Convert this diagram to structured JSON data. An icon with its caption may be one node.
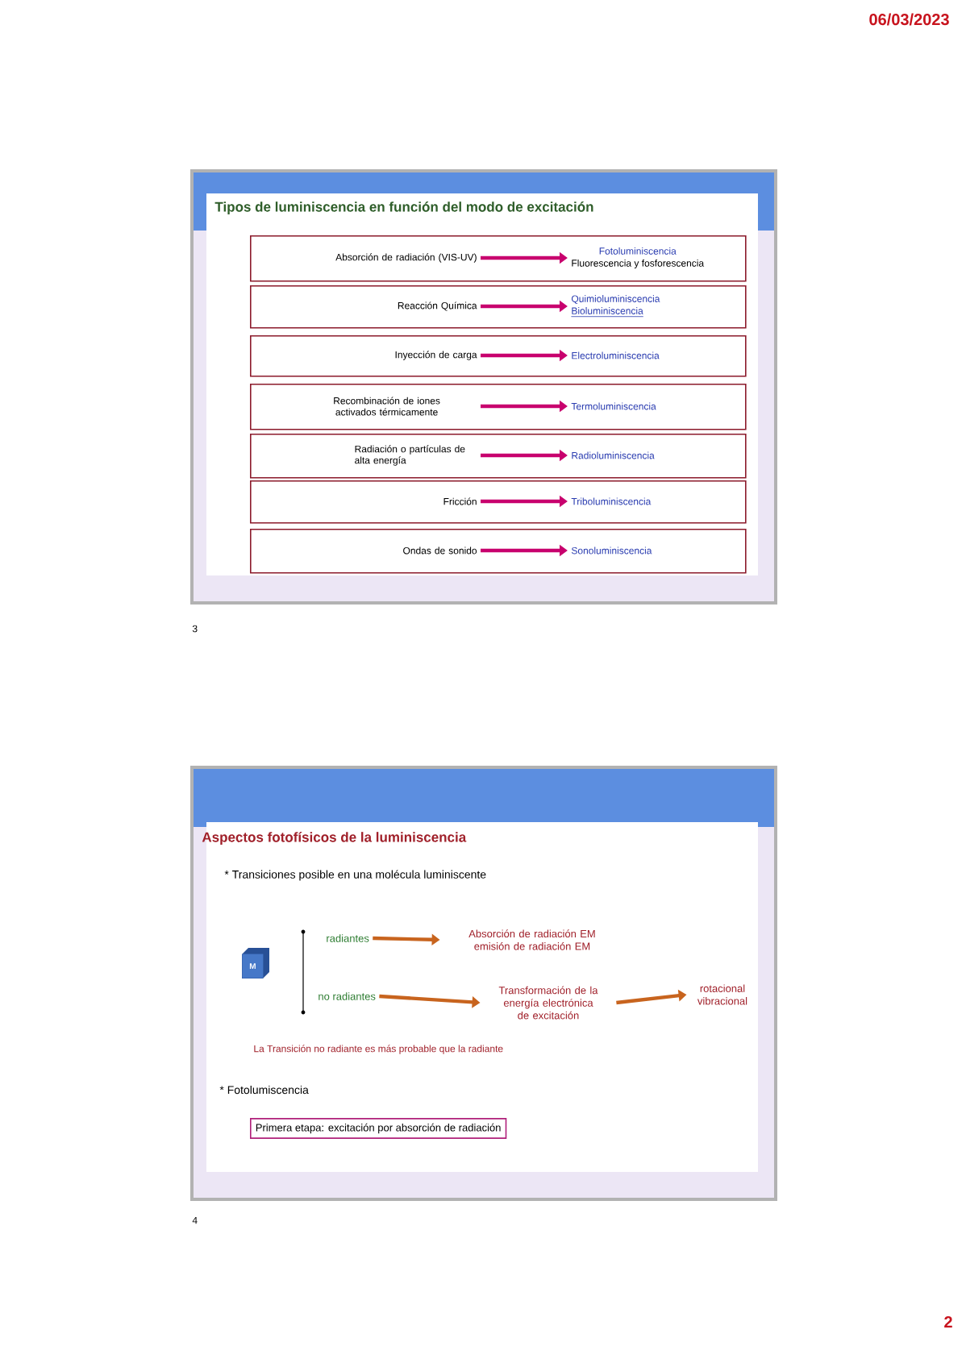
{
  "diagram": {
    "nodes": [
      {
        "text": [
          "Tipos de luminiscencia en función del modo de excitación"
        ]
      },
      {
        "text": [],
        "shape": "box",
        "in": 0
      },
      {
        "text": [
          "Absorción de radiación (VIS-UV)"
        ],
        "in": 1
      },
      {
        "text": [
          "Fotoluminiscencia",
          "Fluorescencia y fosforescencia"
        ],
        "in": 1
      },
      {
        "text": [],
        "shape": "box",
        "in": 0
      },
      {
        "text": [
          "Reacción Química"
        ],
        "in": 4
      },
      {
        "text": [
          "Quimioluminiscencia",
          "Bioluminiscencia"
        ],
        "in": 4
      },
      {
        "text": [],
        "shape": "box",
        "in": 0
      },
      {
        "text": [
          "Inyección de carga"
        ],
        "in": 7
      },
      {
        "text": [
          "Electroluminiscencia"
        ],
        "in": 7
      },
      {
        "text": [],
        "shape": "box",
        "in": 0
      },
      {
        "text": [
          "Recombinación de iones activados térmicamente"
        ],
        "in": 10
      },
      {
        "text": [
          "Termoluminiscencia"
        ],
        "in": 10
      },
      {
        "text": [],
        "shape": "box",
        "in": 0
      },
      {
        "text": [
          "Radiación o partículas de alta energía"
        ],
        "in": 13
      },
      {
        "text": [
          "Radioluminiscencia"
        ],
        "in": 13
      },
      {
        "text": [],
        "shape": "box",
        "in": 0
      },
      {
        "text": [
          "Fricción"
        ],
        "in": 16
      },
      {
        "text": [
          "Triboluminiscencia"
        ],
        "in": 16
      },
      {
        "text": [],
        "shape": "box",
        "in": 0
      },
      {
        "text": [
          "Ondas de sonido"
        ],
        "in": 19
      },
      {
        "text": [
          "Sonoluminiscencia"
        ],
        "in": 19
      },
      {
        "text": [
          "Aspectos fotofísicos de la luminiscencia"
        ]
      },
      {
        "text": [
          "M"
        ],
        "in": 22
      },
      {
        "text": [
          "radiantes"
        ],
        "in": 22
      },
      {
        "text": [
          "Absorción de radiación EM emisión de radiación EM"
        ],
        "in": 22
      },
      {
        "text": [
          "no radiantes"
        ],
        "in": 22
      },
      {
        "text": [
          "Transformación de la energía electrónica de excitación"
        ],
        "in": 22
      },
      {
        "text": [
          "rotacional vibracional"
        ],
        "in": 22
      },
      {
        "text": [
          "Primera etapa: excitación por absorción de radiación"
        ],
        "in": 22
      }
    ],
    "edges": [
      {
        "from": 2,
        "to": 3,
        "arrow": "to"
      },
      {
        "from": 5,
        "to": 6,
        "arrow": "to"
      },
      {
        "from": 8,
        "to": 9,
        "arrow": "to"
      },
      {
        "from": 11,
        "to": 12,
        "arrow": "to"
      },
      {
        "from": 14,
        "to": 15,
        "arrow": "to"
      },
      {
        "from": 17,
        "to": 18,
        "arrow": "to"
      },
      {
        "from": 20,
        "to": 21,
        "arrow": "to"
      },
      {
        "from": 24,
        "to": 25,
        "arrow": "to",
        "color": "#c8641e"
      },
      {
        "from": 26,
        "to": 27,
        "arrow": "to",
        "color": "#c8641e"
      },
      {
        "from": 27,
        "to": 28,
        "arrow": "to",
        "color": "#c8641e"
      }
    ],
    "labels": [
      "06/03/2023",
      "3",
      "* Transiciones posible en una molécula luminiscente",
      "La Transición no radiante es más probable que la radiante",
      "* Fotolumiscencia",
      "4",
      "2"
    ]
  }
}
